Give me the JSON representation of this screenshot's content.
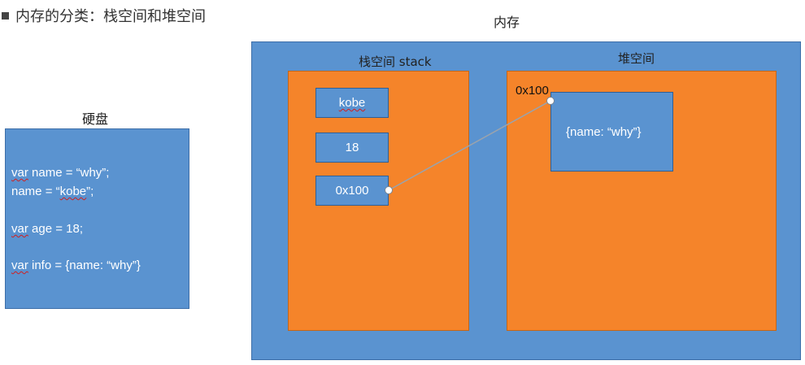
{
  "header": {
    "title": "内存的分类：栈空间和堆空间"
  },
  "disk": {
    "label": "硬盘",
    "code": {
      "line1_kw": "var",
      "line1_rest": " name = “why”;",
      "line2_pre": "name = “",
      "line2_word": "kobe",
      "line2_post": "”;",
      "line3_kw": "var",
      "line3_rest": " age = 18;",
      "line4_kw": "var",
      "line4_rest": " info = {name: “why”}"
    }
  },
  "memory": {
    "label": "内存",
    "stack": {
      "label": "栈空间 stack",
      "cells": [
        "kobe",
        "18",
        "0x100"
      ]
    },
    "heap": {
      "label": "堆空间",
      "address": "0x100",
      "object_text": "{name: “why”}"
    }
  },
  "colors": {
    "box_blue": "#5a93d0",
    "space_orange": "#f5842a",
    "pointer_line": "#9aa3ad"
  }
}
